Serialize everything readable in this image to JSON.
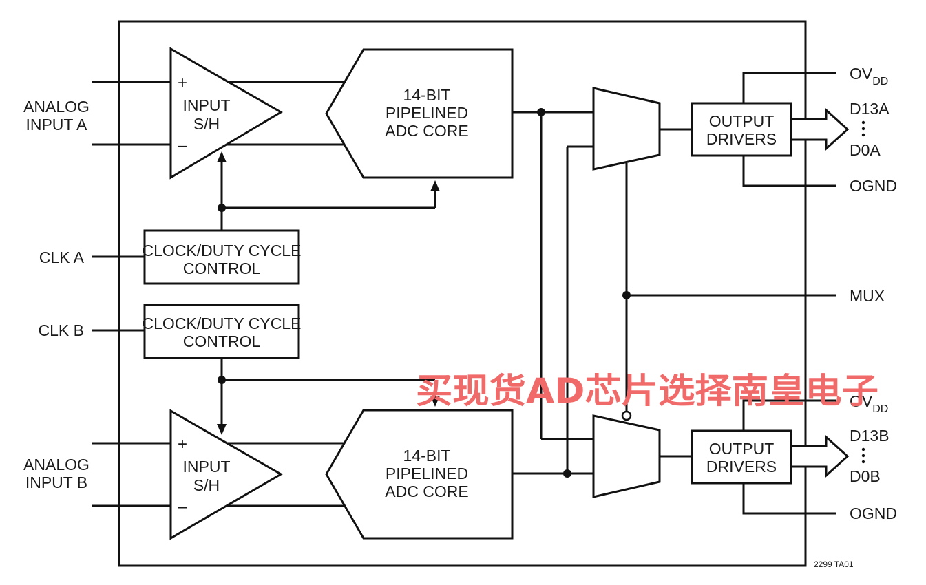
{
  "labels": {
    "analog_input_a": [
      "ANALOG",
      "INPUT A"
    ],
    "analog_input_b": [
      "ANALOG",
      "INPUT B"
    ],
    "clk_a": "CLK A",
    "clk_b": "CLK B",
    "sh_a": [
      "INPUT",
      "S/H"
    ],
    "sh_b": [
      "INPUT",
      "S/H"
    ],
    "plus": "+",
    "minus": "–",
    "adc_a": [
      "14-BIT",
      "PIPELINED",
      "ADC CORE"
    ],
    "adc_b": [
      "14-BIT",
      "PIPELINED",
      "ADC CORE"
    ],
    "clock_a": [
      "CLOCK/DUTY CYCLE",
      "CONTROL"
    ],
    "clock_b": [
      "CLOCK/DUTY CYCLE",
      "CONTROL"
    ],
    "drivers_a": [
      "OUTPUT",
      "DRIVERS"
    ],
    "drivers_b": [
      "OUTPUT",
      "DRIVERS"
    ],
    "ovdd_main": "OV",
    "ovdd_sub": "DD",
    "ognd": "OGND",
    "d13a": "D13A",
    "d0a": "D0A",
    "d13b": "D13B",
    "d0b": "D0B",
    "mux": "MUX",
    "figure_id": "2299 TA01"
  },
  "watermark": "买现货AD芯片选择南皇电子",
  "colors": {
    "line": "#111111",
    "watermark": "#f06a6a"
  }
}
